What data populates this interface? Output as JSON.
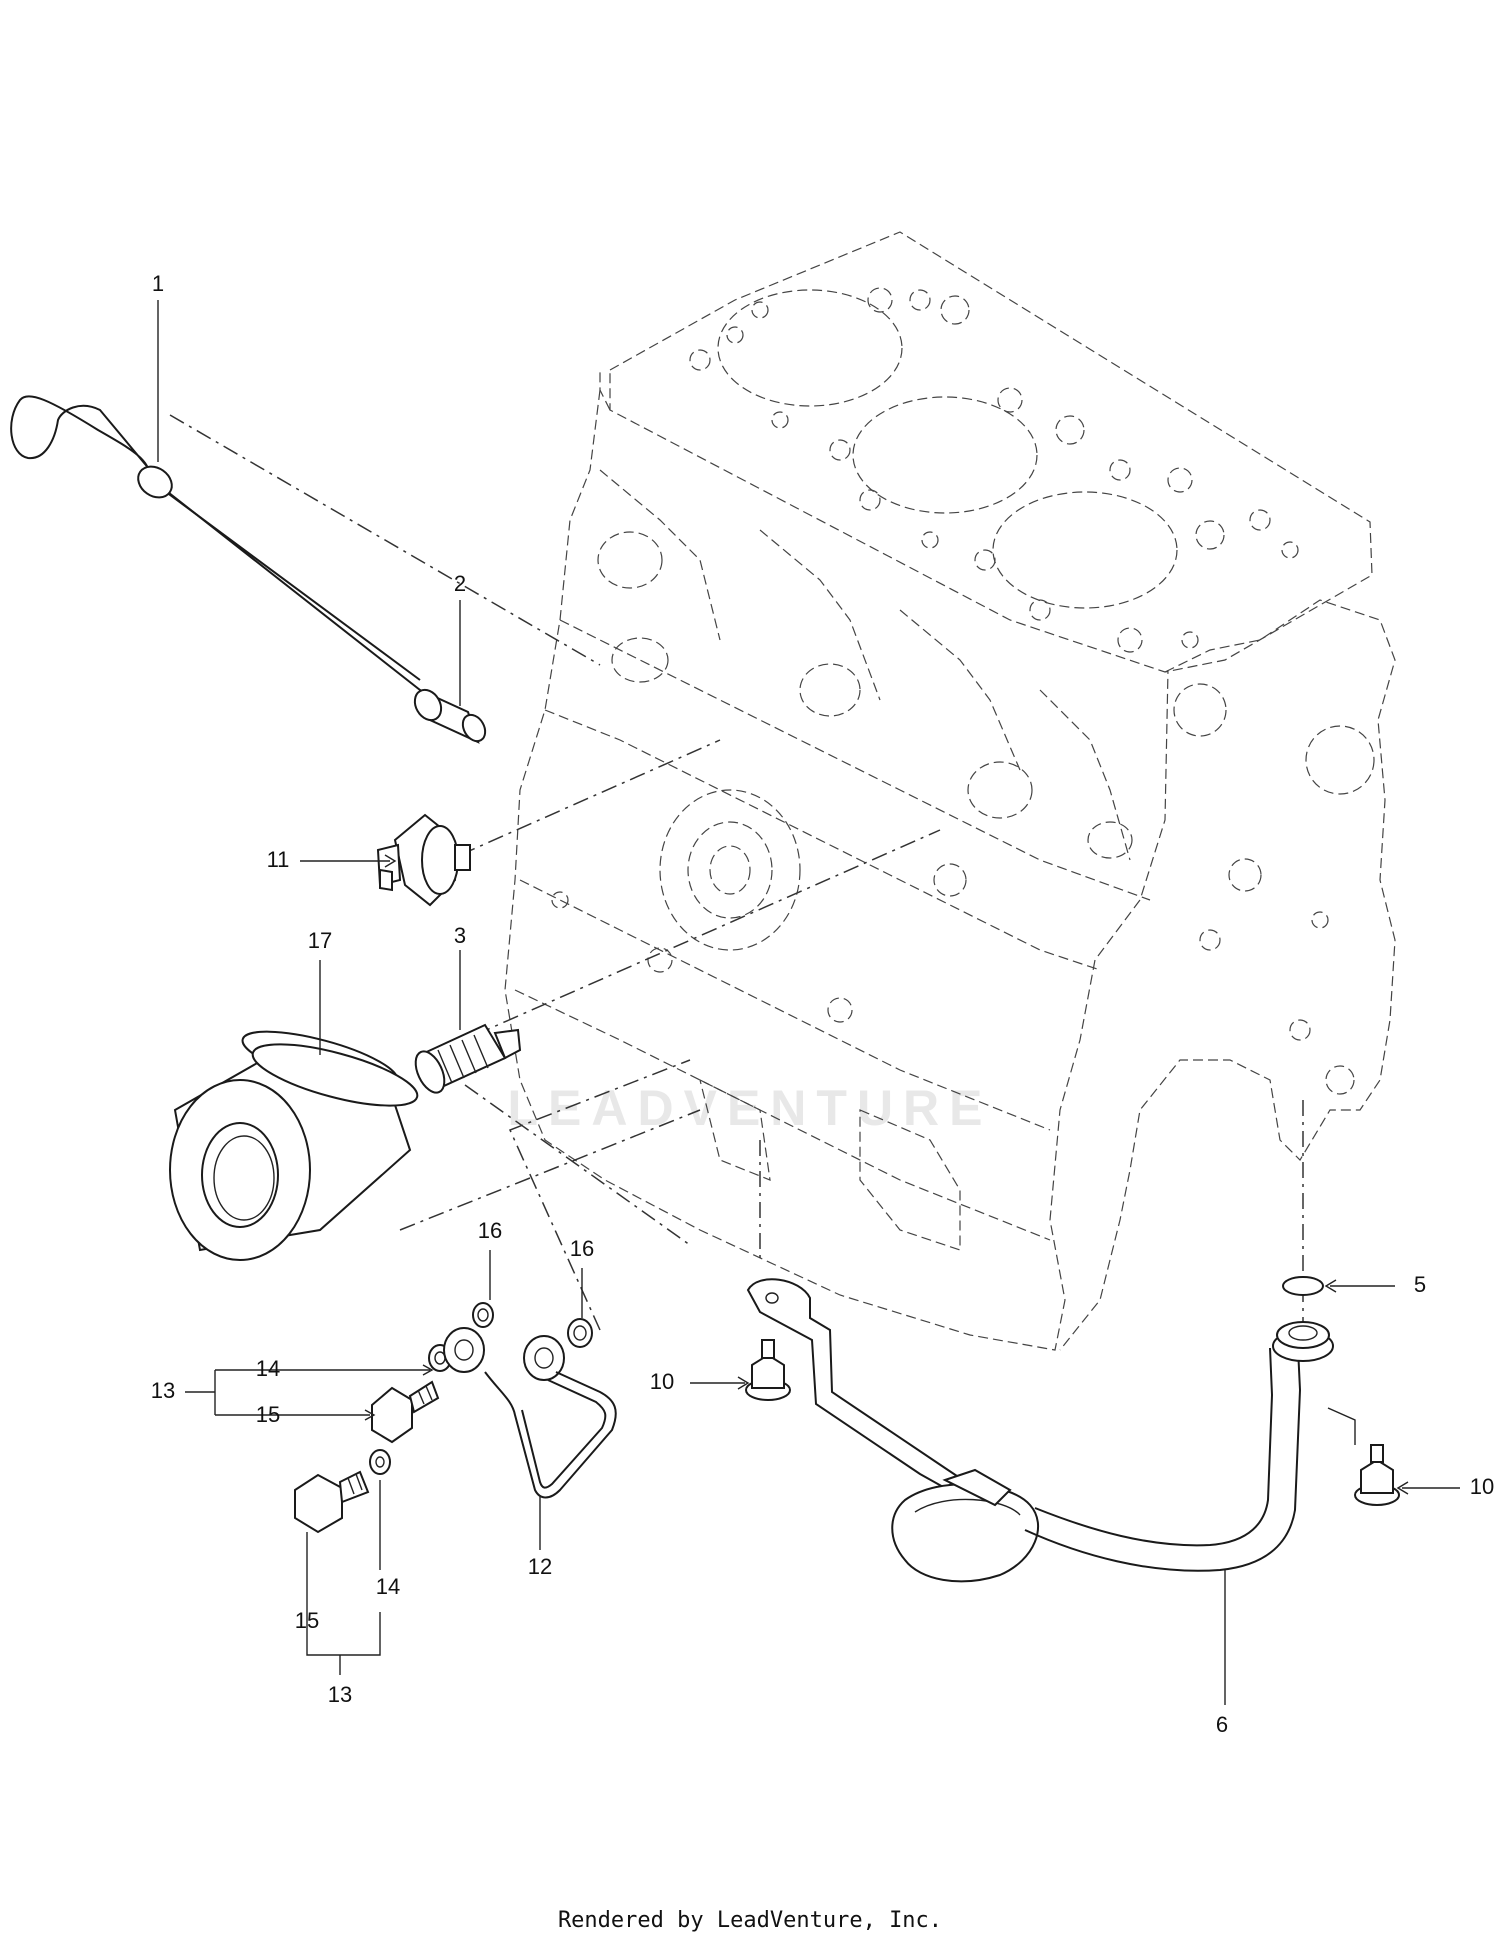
{
  "callouts": {
    "c1": "1",
    "c2": "2",
    "c3": "3",
    "c5": "5",
    "c6": "6",
    "c10a": "10",
    "c10b": "10",
    "c11": "11",
    "c12": "12",
    "c13a": "13",
    "c13b": "13",
    "c14a": "14",
    "c14b": "14",
    "c15a": "15",
    "c15b": "15",
    "c16a": "16",
    "c16b": "16",
    "c17": "17"
  },
  "watermark": "LEADVENTURE",
  "footer": "Rendered by LeadVenture, Inc."
}
